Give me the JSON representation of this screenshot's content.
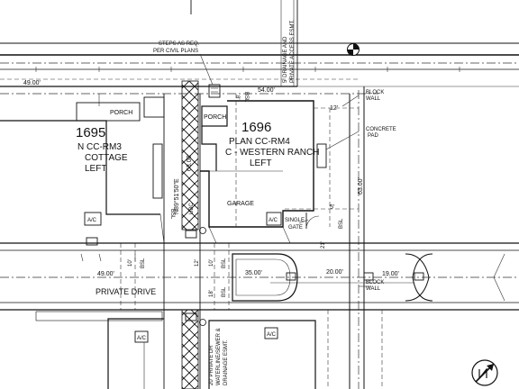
{
  "lots": {
    "lot_1696": {
      "number": "1696",
      "plan": "PLAN CC-RM4",
      "elevation": "C - WESTERN RANCH",
      "orientation": "LEFT",
      "rooms": {
        "porch": "PORCH",
        "garage": "GARAGE"
      }
    },
    "lot_1695": {
      "number": "1695",
      "plan": "N CC-RM3",
      "elevation": "COTTAGE",
      "orientation": "LEFT",
      "porch": "PORCH"
    }
  },
  "callouts": {
    "steps": [
      "STEPS AS REQ.",
      "PER CIVIL PLANS"
    ],
    "drainage_esmt_top": [
      "5' DRAINAGE AND",
      "PRIVATE ACCESS ESMT."
    ],
    "block_wall_top": [
      "BLOCK",
      "WALL"
    ],
    "concrete_pad": [
      "CONCRETE",
      "PAD"
    ],
    "single_gate": [
      "SINGLE",
      "GATE"
    ],
    "block_wall_bottom": [
      "BLOCK",
      "WALL"
    ],
    "drainage_esmt_bottom": [
      "20' PRIVATE DR",
      "WATERLINE/SEWER &",
      "DRAINAGE ESMT."
    ]
  },
  "dimensions": {
    "top_left": "49.00'",
    "top_right": "54.00'",
    "right_depth": "63.00'",
    "bearing": "N89°51'50\"E",
    "bearing_dist": "63.00'",
    "drive_left": "49.00'",
    "drive_center": "35.00'",
    "drive_right": "19.00'",
    "drive_cl": "20.00'",
    "bsl": "BSL",
    "ft_12": "12'",
    "ft_10": "10'",
    "ft_8": "8'",
    "ft_5": "5'",
    "ft_21": "21'",
    "ft_18": "18'"
  },
  "labels": {
    "private_drive": "PRIVATE DRIVE",
    "ac": "A/C",
    "ubc": "UBC"
  },
  "symbols": {
    "north_arrow": "north-arrow-icon",
    "survey_control": "survey-monument-icon"
  }
}
